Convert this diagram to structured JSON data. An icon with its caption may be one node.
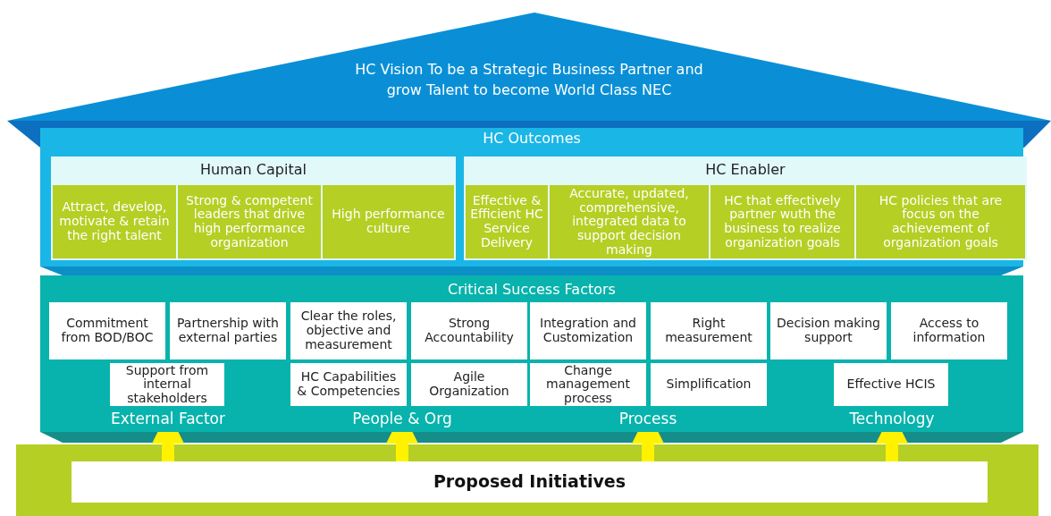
{
  "diagram": {
    "nodes": [
      {
        "text": [
          "HC Vision To be a Strategic Business Partner and grow Talent to become World Class NEC"
        ]
      },
      {
        "text": [
          "HC Outcomes"
        ]
      },
      {
        "text": [
          "Human Capital"
        ],
        "in": 1
      },
      {
        "text": [
          "Attract, develop, motivate & retain the right talent"
        ],
        "in": 2
      },
      {
        "text": [
          "Strong & competent leaders that drive high performance organization"
        ],
        "in": 2
      },
      {
        "text": [
          "High performance culture"
        ],
        "in": 2
      },
      {
        "text": [
          "HC Enabler"
        ],
        "in": 1
      },
      {
        "text": [
          "Effective & Efficient HC Service Delivery"
        ],
        "in": 6
      },
      {
        "text": [
          "Accurate, updated, comprehensive, integrated data to support decision making"
        ],
        "in": 6
      },
      {
        "text": [
          "HC that effectively partner wuth the business to realize organization goals"
        ],
        "in": 6
      },
      {
        "text": [
          "HC policies that are focus on the achievement of organization goals"
        ],
        "in": 6
      },
      {
        "text": [
          "Critical Success Factors"
        ]
      },
      {
        "text": [
          "Commitment from BOD/BOC"
        ],
        "in": 11
      },
      {
        "text": [
          "Partnership with external parties"
        ],
        "in": 11
      },
      {
        "text": [
          "Clear the roles, objective and measurement"
        ],
        "in": 11
      },
      {
        "text": [
          "Strong Accountability"
        ],
        "in": 11
      },
      {
        "text": [
          "Integration and Customization"
        ],
        "in": 11
      },
      {
        "text": [
          "Right measurement"
        ],
        "in": 11
      },
      {
        "text": [
          "Decision making support"
        ],
        "in": 11
      },
      {
        "text": [
          "Access to information"
        ],
        "in": 11
      },
      {
        "text": [
          "Support from internal stakeholders"
        ],
        "in": 11
      },
      {
        "text": [
          "HC Capabilities & Competencies"
        ],
        "in": 11
      },
      {
        "text": [
          "Agile Organization"
        ],
        "in": 11
      },
      {
        "text": [
          "Change management process"
        ],
        "in": 11
      },
      {
        "text": [
          "Simplification"
        ],
        "in": 11
      },
      {
        "text": [
          "Effective HCIS"
        ],
        "in": 11
      },
      {
        "text": [
          "External Factor"
        ],
        "in": 11
      },
      {
        "text": [
          "People & Org"
        ],
        "in": 11
      },
      {
        "text": [
          "Process"
        ],
        "in": 11
      },
      {
        "text": [
          "Technology"
        ],
        "in": 11
      },
      {
        "text": [
          "Proposed Initiatives"
        ]
      }
    ],
    "edges": [
      {
        "from": 30,
        "to": 26,
        "arrow": "to"
      },
      {
        "from": 30,
        "to": 27,
        "arrow": "to"
      },
      {
        "from": 30,
        "to": 28,
        "arrow": "to"
      },
      {
        "from": 30,
        "to": 29,
        "arrow": "to"
      }
    ]
  }
}
